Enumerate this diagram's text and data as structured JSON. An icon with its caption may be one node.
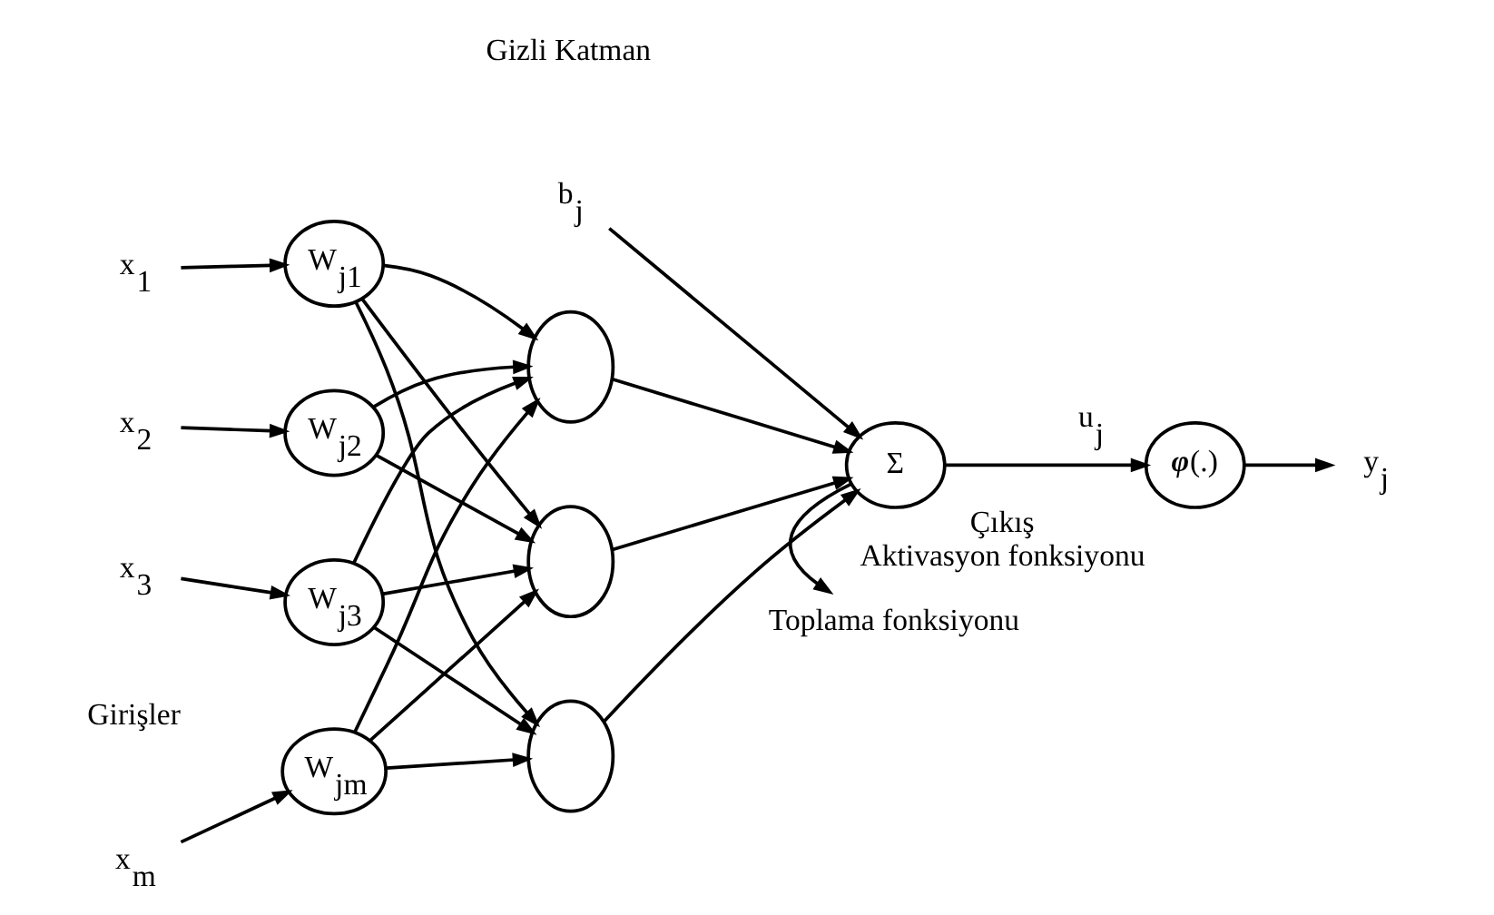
{
  "diagram": {
    "nodes": [
      {
        "text": [
          "x$_{1}$"
        ]
      },
      {
        "text": [
          "x$_{2}$"
        ]
      },
      {
        "text": [
          "x$_{3}$"
        ]
      },
      {
        "text": [
          "x$_{m}$"
        ]
      },
      {
        "text": [
          "W$_{j1}$"
        ]
      },
      {
        "text": [
          "W$_{j2}$"
        ]
      },
      {
        "text": [
          "W$_{j3}$"
        ]
      },
      {
        "text": [
          "W$_{jm}$"
        ]
      },
      {
        "text": [],
        "shape": "circle"
      },
      {
        "text": [],
        "shape": "circle"
      },
      {
        "text": [],
        "shape": "circle"
      },
      {
        "text": [
          "b$_{j}$"
        ]
      },
      {
        "text": [
          "Σ"
        ]
      },
      {
        "text": [
          "Toplama fonksiyonu"
        ]
      },
      {
        "text": [
          "*φ*(.)"
        ],
        "beside": [
          "Çıkış",
          "Aktivasyon fonksiyonu"
        ]
      },
      {
        "text": [
          "y$_{j}$"
        ]
      }
    ],
    "edges": [
      {
        "from": 0,
        "to": 4,
        "arrow": "to"
      },
      {
        "from": 1,
        "to": 5,
        "arrow": "to"
      },
      {
        "from": 2,
        "to": 6,
        "arrow": "to"
      },
      {
        "from": 3,
        "to": 7,
        "arrow": "to"
      },
      {
        "from": 4,
        "to": 8,
        "arrow": "to"
      },
      {
        "from": 4,
        "to": 9,
        "arrow": "to"
      },
      {
        "from": 4,
        "to": 10,
        "arrow": "to"
      },
      {
        "from": 5,
        "to": 8,
        "arrow": "to"
      },
      {
        "from": 5,
        "to": 9,
        "arrow": "to"
      },
      {
        "from": 6,
        "to": 8,
        "arrow": "to"
      },
      {
        "from": 6,
        "to": 9,
        "arrow": "to"
      },
      {
        "from": 6,
        "to": 10,
        "arrow": "to"
      },
      {
        "from": 7,
        "to": 8,
        "arrow": "to"
      },
      {
        "from": 7,
        "to": 9,
        "arrow": "to"
      },
      {
        "from": 7,
        "to": 10,
        "arrow": "to"
      },
      {
        "from": 8,
        "to": 12,
        "arrow": "to"
      },
      {
        "from": 9,
        "to": 12,
        "arrow": "to"
      },
      {
        "from": 10,
        "to": 12,
        "arrow": "to"
      },
      {
        "from": 11,
        "to": 12,
        "arrow": "to"
      },
      {
        "from": 12,
        "to": 13,
        "arrow": "to"
      },
      {
        "from": 12,
        "to": 14,
        "label": "u$_{j}$",
        "arrow": "to"
      },
      {
        "from": 14,
        "to": 15,
        "arrow": "to"
      }
    ],
    "labels": [
      "Girişler",
      "Gizli Katman"
    ]
  }
}
